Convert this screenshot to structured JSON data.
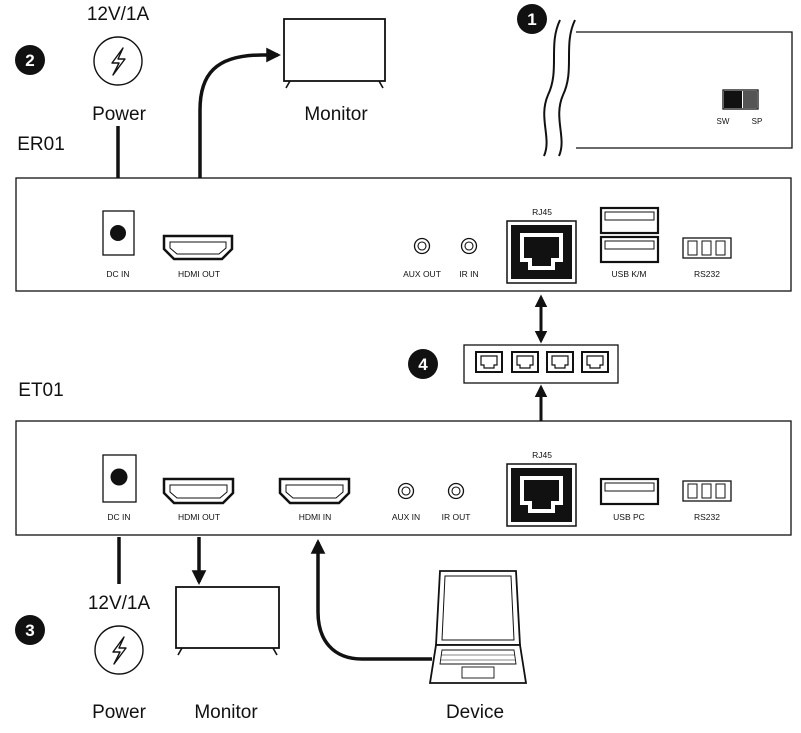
{
  "steps": {
    "one": "1",
    "two": "2",
    "three": "3",
    "four": "4"
  },
  "switch_module": {
    "sw_label": "SW",
    "sp_label": "SP"
  },
  "receiver": {
    "model": "ER01",
    "power_rating": "12V/1A",
    "power_label": "Power",
    "monitor_label": "Monitor",
    "ports": {
      "dc_in": "DC IN",
      "hdmi_out": "HDMI OUT",
      "aux_out": "AUX OUT",
      "ir_in": "IR IN",
      "rj45": "RJ45",
      "usb": "USB K/M",
      "rs232": "RS232"
    }
  },
  "transmitter": {
    "model": "ET01",
    "power_rating": "12V/1A",
    "power_label": "Power",
    "monitor_label": "Monitor",
    "device_label": "Device",
    "ports": {
      "dc_in": "DC IN",
      "hdmi_out": "HDMI OUT",
      "hdmi_in": "HDMI IN",
      "aux_in": "AUX IN",
      "ir_out": "IR OUT",
      "rj45": "RJ45",
      "usb": "USB PC",
      "rs232": "RS232"
    }
  },
  "icons": [
    "power-icon",
    "monitor-icon",
    "laptop-icon",
    "network-switch-icon",
    "rj45-port-icon",
    "hdmi-port-icon",
    "usb-port-icon",
    "dc-jack-icon",
    "audio-jack-icon",
    "rs232-terminal-icon"
  ]
}
